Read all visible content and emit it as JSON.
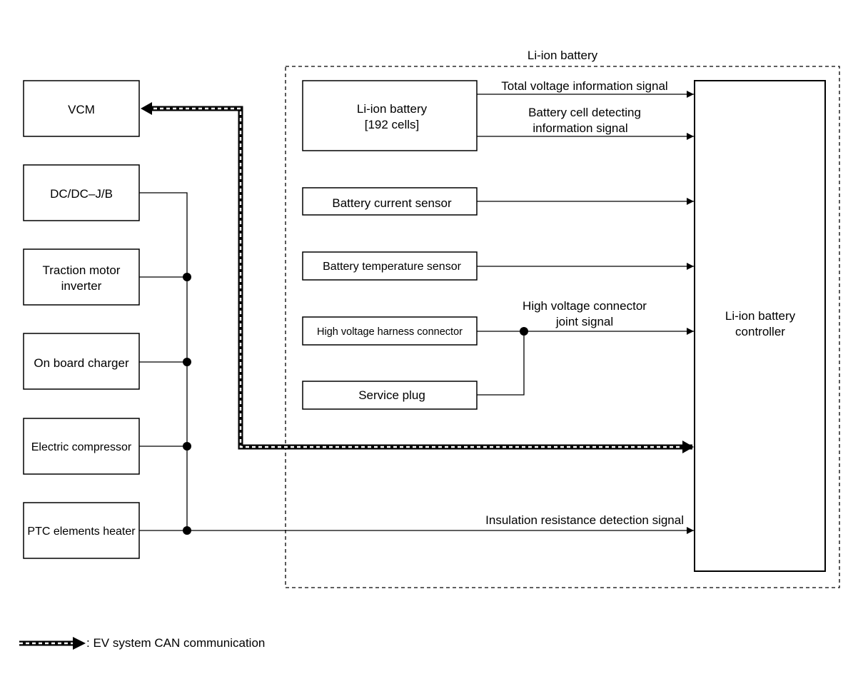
{
  "group_label": "Li-ion battery",
  "left_boxes": [
    {
      "id": "vcm",
      "lines": [
        "VCM"
      ]
    },
    {
      "id": "dcdc",
      "lines": [
        "DC/DC–J/B"
      ]
    },
    {
      "id": "traction",
      "lines": [
        "Traction motor",
        "inverter"
      ]
    },
    {
      "id": "charger",
      "lines": [
        "On board charger"
      ]
    },
    {
      "id": "compressor",
      "lines": [
        "Electric compressor"
      ]
    },
    {
      "id": "ptc",
      "lines": [
        "PTC elements heater"
      ]
    }
  ],
  "inner_boxes": [
    {
      "id": "battery",
      "lines": [
        "Li-ion battery",
        "[192 cells]"
      ]
    },
    {
      "id": "current",
      "lines": [
        "Battery current sensor"
      ]
    },
    {
      "id": "temperature",
      "lines": [
        "Battery temperature sensor"
      ]
    },
    {
      "id": "harness",
      "lines": [
        "High voltage harness connector"
      ]
    },
    {
      "id": "plug",
      "lines": [
        "Service plug"
      ]
    }
  ],
  "controller": {
    "lines": [
      "Li-ion battery",
      "controller"
    ]
  },
  "signals": {
    "total_voltage": "Total voltage information signal",
    "cell_detect": [
      "Battery cell detecting",
      "information signal"
    ],
    "hv_joint": [
      "High voltage connector",
      "joint signal"
    ],
    "insulation": "Insulation resistance detection signal"
  },
  "legend": ": EV system CAN communication"
}
